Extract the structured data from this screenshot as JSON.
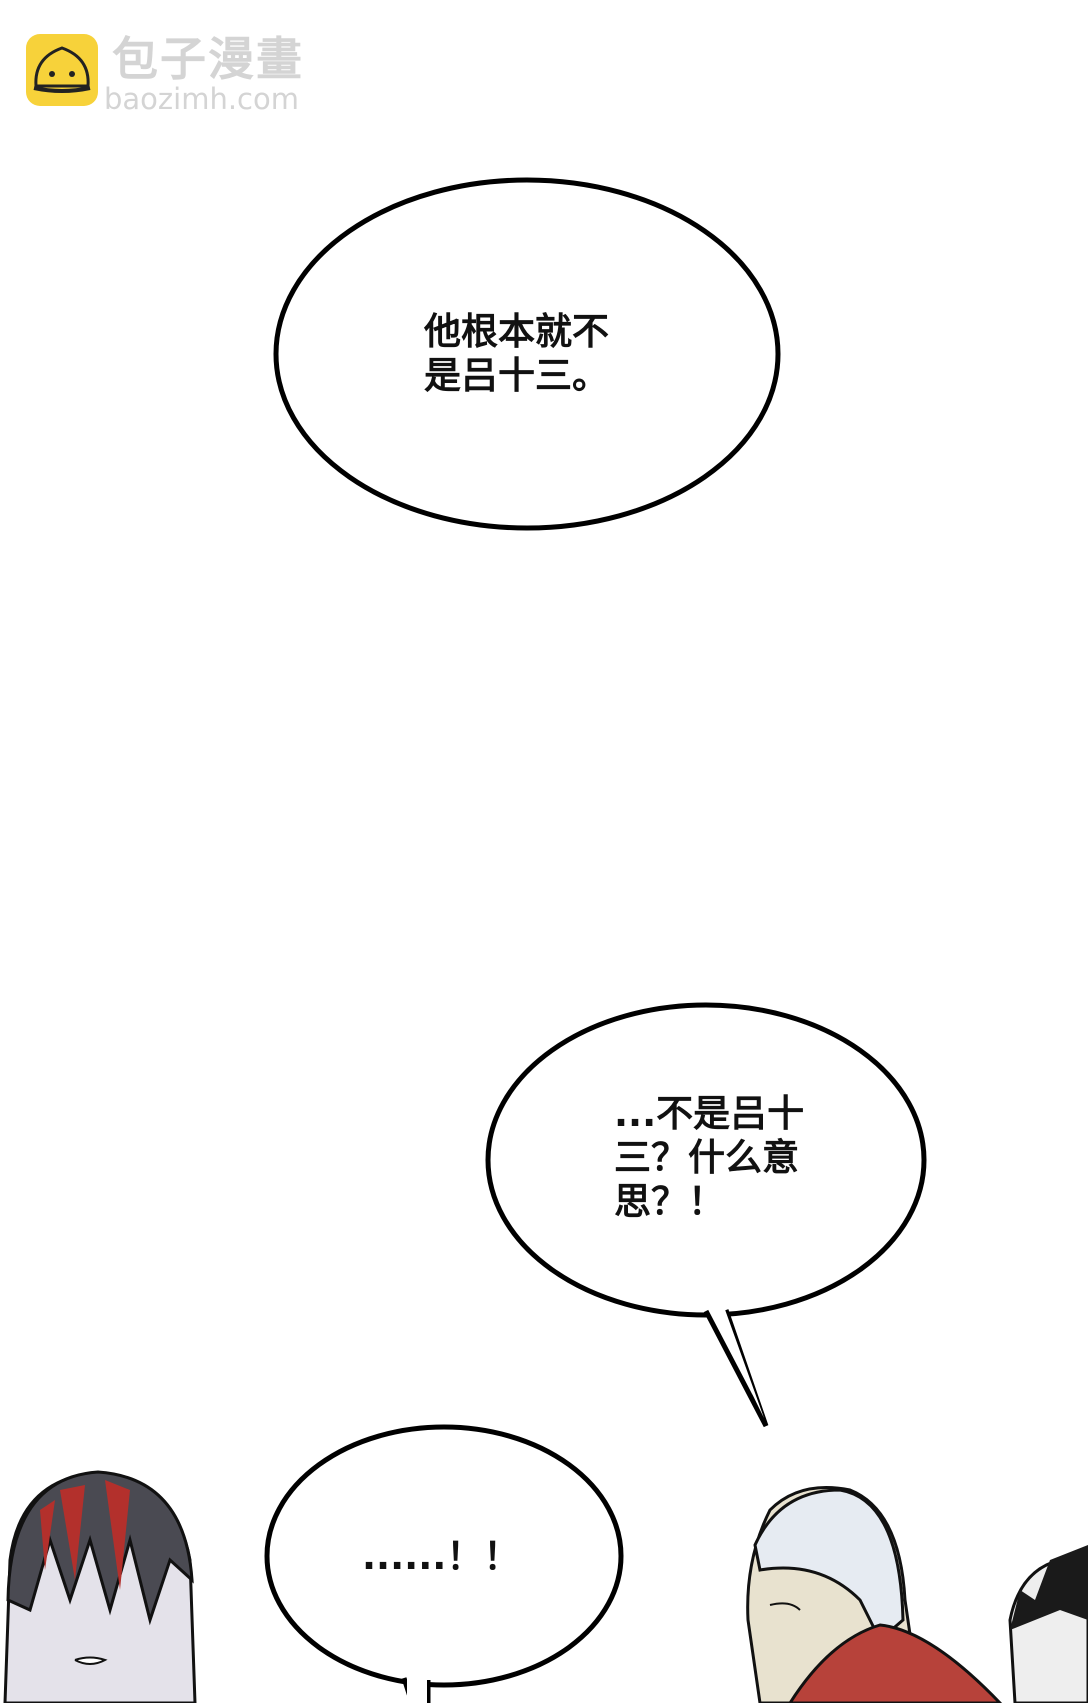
{
  "watermark": {
    "brand_cn": "包子漫畫",
    "brand_url": "baozimh.com",
    "logo_color": "#f7d23a"
  },
  "bubbles": [
    {
      "text": "他根本就不\n是吕十三。"
    },
    {
      "text": "...不是吕十\n三？什么意\n思？！"
    },
    {
      "text": "......！！"
    }
  ],
  "colors": {
    "hair_red": "#b3302c",
    "robe_red": "#b7423a",
    "bandage": "#e6ebf2"
  }
}
